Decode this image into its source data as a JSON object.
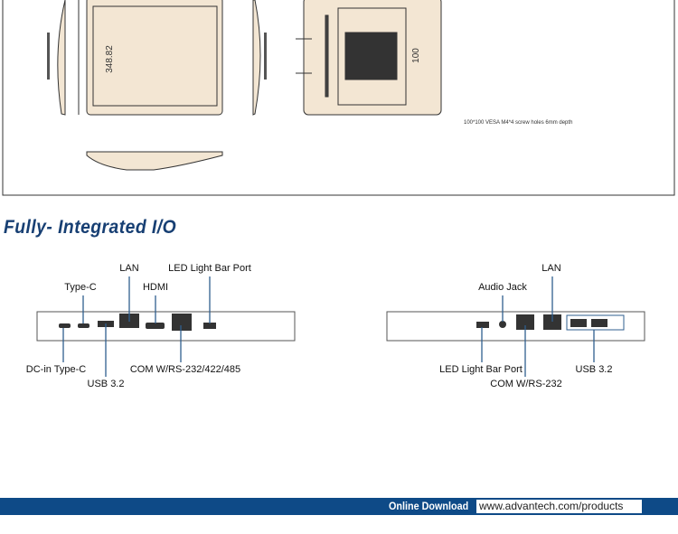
{
  "drawings": {
    "height_dimension": "348.82",
    "vesa_dimension": "100",
    "vesa_caption": "100*100 VESA M4*4 screw holes 6mm depth"
  },
  "section_title": "Fully- Integrated I/O",
  "io_left": {
    "labels": [
      "LAN",
      "LED Light Bar Port",
      "Type-C",
      "HDMI",
      "DC-in Type-C",
      "COM W/RS-232/422/485",
      "USB 3.2"
    ]
  },
  "io_right": {
    "labels": [
      "LAN",
      "Audio Jack",
      "LED Light Bar Port",
      "USB 3.2",
      "COM W/RS-232"
    ]
  },
  "footer": {
    "label": "Online Download",
    "url": "www.advantech.com/products"
  },
  "colors": {
    "accent": "#0e4a87",
    "heading": "#173f73",
    "drawing_fill": "#f3e6d3",
    "leader": "#2f5f8f"
  }
}
